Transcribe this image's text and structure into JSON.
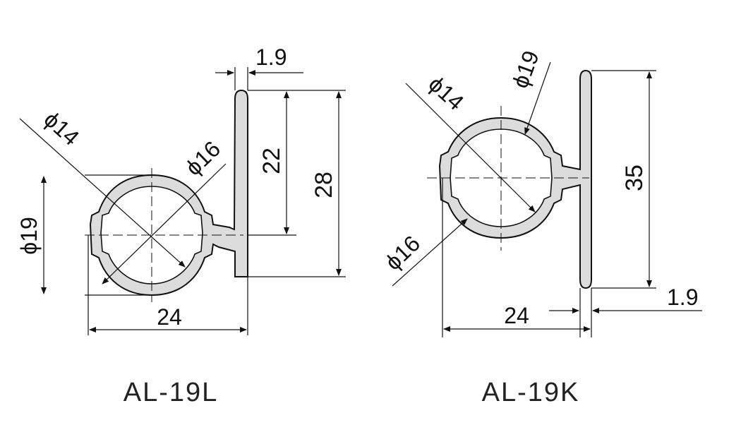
{
  "left": {
    "title": "AL-19L",
    "dims": {
      "thickness": "1.9",
      "height_inner": "22",
      "height_total": "28",
      "width": "24",
      "phi19": "ϕ19",
      "phi14": "ϕ14",
      "phi16": "ϕ16"
    }
  },
  "right": {
    "title": "AL-19K",
    "dims": {
      "thickness": "1.9",
      "height_total": "35",
      "width": "24",
      "phi19": "ϕ19",
      "phi14": "ϕ14",
      "phi16": "ϕ16"
    }
  },
  "colors": {
    "profile_fill": "#dcdcdc",
    "line": "#111111"
  }
}
